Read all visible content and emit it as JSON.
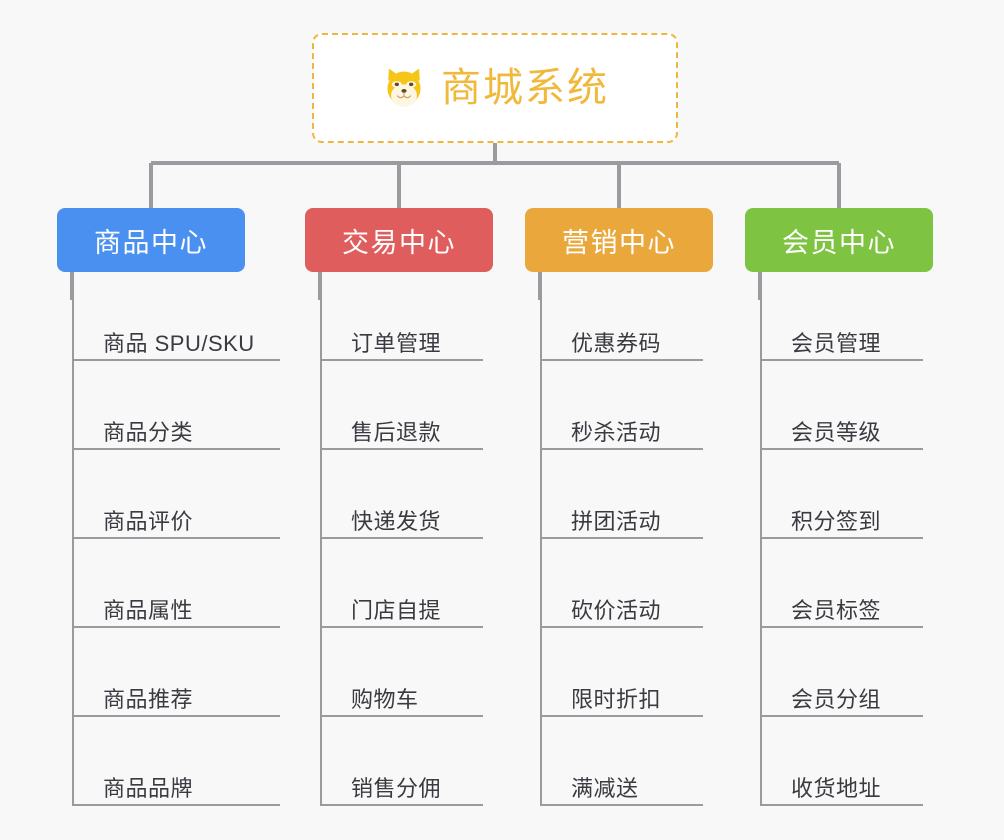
{
  "root": {
    "title": "商城系统",
    "icon": "shiba-dog-icon",
    "border_color": "#eeb83f",
    "text_color": "#f0b93c"
  },
  "branches": [
    {
      "label": "商品中心",
      "color": "#4a90f0",
      "children": [
        "商品 SPU/SKU",
        "商品分类",
        "商品评价",
        "商品属性",
        "商品推荐",
        "商品品牌"
      ]
    },
    {
      "label": "交易中心",
      "color": "#e05d5d",
      "children": [
        "订单管理",
        "售后退款",
        "快递发货",
        "门店自提",
        "购物车",
        "销售分佣"
      ]
    },
    {
      "label": "营销中心",
      "color": "#eaa83c",
      "children": [
        "优惠券码",
        "秒杀活动",
        "拼团活动",
        "砍价活动",
        "限时折扣",
        "满减送"
      ]
    },
    {
      "label": "会员中心",
      "color": "#7ec342",
      "children": [
        "会员管理",
        "会员等级",
        "积分签到",
        "会员标签",
        "会员分组",
        "收货地址"
      ]
    }
  ],
  "canvas": {
    "background": "#f8f8f9",
    "connector_color": "#9a9a9f"
  }
}
